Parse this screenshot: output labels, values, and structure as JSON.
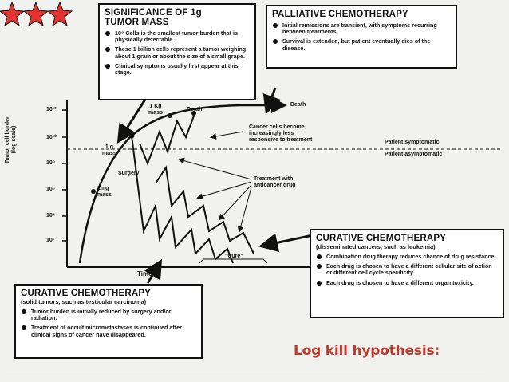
{
  "icons": [
    "star-icon",
    "star-icon",
    "star-icon"
  ],
  "colors": {
    "star": "#e3342f",
    "caption": "#c0392b"
  },
  "boxes": {
    "significance": {
      "title_line1": "SIGNIFICANCE OF 1g",
      "title_line2": "TUMOR MASS",
      "items": [
        "10⁹ Cells is the smallest tumor burden that is physically detectable.",
        "These 1 billion cells represent a tumor weighing about 1 gram or about the size of a small grape.",
        "Clinical symptoms usually first appear at this stage."
      ]
    },
    "palliative": {
      "title": "PALLIATIVE CHEMOTHERAPY",
      "items": [
        "Initial remissions are transient, with symptoms recurring between treatments.",
        "Survival is extended, but patient eventually dies of the disease."
      ]
    },
    "curative_right": {
      "title": "CURATIVE CHEMOTHERAPY",
      "subtitle": "(disseminated cancers, such as leukemia)",
      "items": [
        "Combination drug therapy reduces chance of drug resistance.",
        "Each drug is chosen to have a different cellular site of action or different cell cycle specificity.",
        "Each drug is chosen to have a different organ toxicity."
      ]
    },
    "curative_left": {
      "title": "CURATIVE CHEMOTHERAPY",
      "subtitle": "(solid tumors, such as testicular carcinoma)",
      "items": [
        "Tumor burden is initially reduced by surgery and/or radiation.",
        "Treatment of occult micrometastases is continued after clinical signs of cancer have disappeared."
      ]
    }
  },
  "graph": {
    "y_axis_label_line1": "Tumor cell burden",
    "y_axis_label_line2": "(log scale)",
    "y_ticks": [
      "10¹²",
      "10¹⁰",
      "10⁸",
      "10⁶",
      "10⁴",
      "10²"
    ],
    "x_axis_label": "Time",
    "labels": {
      "one_kg_line1": "1 Kg",
      "one_kg_line2": "mass",
      "death_1": "Death",
      "death_2": "Death",
      "one_g_line1": "1 g",
      "one_g_line2": "mass",
      "surgery": "Surgery",
      "one_mg_line1": "1mg",
      "one_mg_line2": "mass",
      "resistant_line1": "Cancer cells become",
      "resistant_line2": "increasingly less",
      "resistant_line3": "responsive to treatment",
      "treatment_line1": "Treatment with",
      "treatment_line2": "anticancer drug",
      "cure": "\"Cure\"",
      "symptomatic": "Patient symptomatic",
      "asymptomatic": "Patient asymptomatic"
    }
  },
  "caption": "Log kill hypothesis:"
}
